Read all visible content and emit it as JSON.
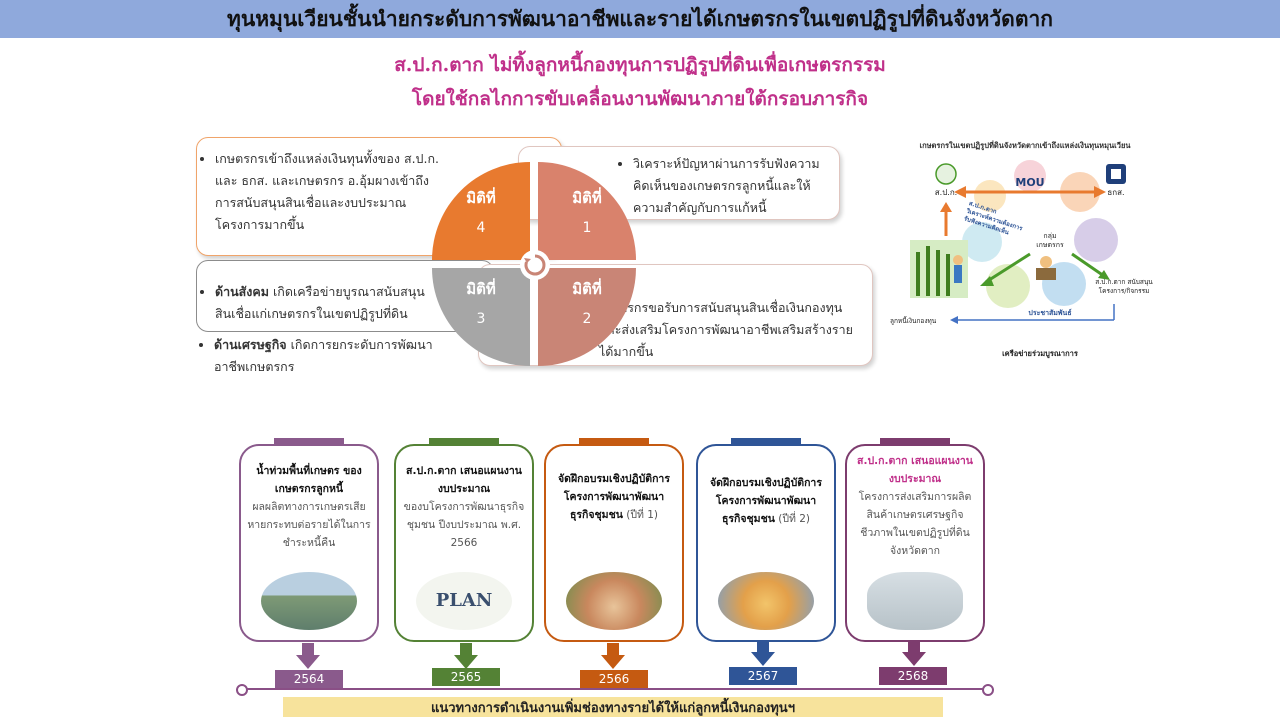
{
  "title": "ทุนหมุนเวียนชั้นนำยกระดับการพัฒนาอาชีพและรายได้เกษตรกรในเขตปฏิรูปที่ดินจังหวัดตาก",
  "subtitle_line1": "ส.ป.ก.ตาก ไม่ทิ้งลูกหนี้กองทุนการปฏิรูปที่ดินเพื่อเกษตรกรรม",
  "subtitle_line2": "โดยใช้กลไกการขับเคลื่อนงานพัฒนาภายใต้กรอบภารกิจ",
  "dimensions": {
    "d1": {
      "label": "มิติที่",
      "num": "1",
      "text": "วิเคราะห์ปัญหาผ่านการรับฟังความคิดเห็นของเกษตรกรลูกหนี้และให้ความสำคัญกับการแก้หนี้",
      "color": "#d9826c"
    },
    "d2": {
      "label": "มิติที่",
      "num": "2",
      "text": "เกษตรกรขอรับการสนับสนุนสินเชื่อเงินกองทุนและส่งเสริมโครงการพัฒนาอาชีพเสริมสร้างรายได้มากขึ้น",
      "color": "#c98576"
    },
    "d3": {
      "label": "มิติที่",
      "num": "3",
      "color": "#a6a6a6",
      "item1_bold": "ด้านสังคม",
      "item1_text": " เกิดเครือข่ายบูรณาสนับสนุนสินเชื่อแก่เกษตรกรในเขตปฏิรูปที่ดิน",
      "item2_bold": "ด้านเศรษฐกิจ",
      "item2_text": " เกิดการยกระดับการพัฒนาอาชีพเกษตรกร"
    },
    "d4": {
      "label": "มิติที่",
      "num": "4",
      "text": "เกษตรกรเข้าถึงแหล่งเงินทุนทั้งของ ส.ป.ก. และ ธกส. และเกษตรกร อ.อุ้มผางเข้าถึงการสนับสนุนสินเชื่อและงบประมาณโครงการมากขึ้น",
      "color": "#e87a2f"
    }
  },
  "network": {
    "heading": "เกษตรกรในเขตปฏิรูปที่ดินจังหวัดตากเข้าถึงแหล่งเงินทุนหมุนเวียน",
    "mou": "MOU",
    "alro": "ส.ป.ก.",
    "baac": "ธกส.",
    "arc_text1": "ส.ป.ก.ตาก",
    "arc_text2": "วิเคราะห์ความต้องการ",
    "arc_text3": "รับฟังความคิดเห็น",
    "group": "กลุ่ม",
    "farmers": "เกษตรกร",
    "support": "ส.ป.ก.ตาก สนับสนุน",
    "support2": "โครงการ/กิจกรรม",
    "debtor": "ลูกหนี้เงินกองทุน",
    "pr": "ประชาสัมพันธ์",
    "network_label": "เครือข่ายร่วมบูรณาการ"
  },
  "timeline": [
    {
      "bold": "น้ำท่วมพื้นที่เกษตร ของเกษตรกรลูกหนี้",
      "text": "ผลผลิตทางการเกษตรเสียหายกระทบต่อรายได้ในการชำระหนี้คืน",
      "year": "2564",
      "color": "#8a5a8c"
    },
    {
      "bold": "ส.ป.ก.ตาก เสนอแผนงานงบประมาณ",
      "text": "ของบโครงการพัฒนาธุรกิจชุมชน ปีงบประมาณ พ.ศ. 2566",
      "year": "2565",
      "color": "#548235",
      "plan": "PLAN"
    },
    {
      "bold": "จัดฝึกอบรมเชิงปฏิบัติการโครงการพัฒนาพัฒนาธุรกิจชุมชน",
      "text": " (ปีที่ 1)",
      "year": "2566",
      "color": "#c55a11"
    },
    {
      "bold": "จัดฝึกอบรมเชิงปฏิบัติการโครงการพัฒนาพัฒนาธุรกิจชุมชน",
      "text": " (ปีที่ 2)",
      "year": "2567",
      "color": "#2f5597"
    },
    {
      "bold": "ส.ป.ก.ตาก เสนอแผนงานงบประมาณ",
      "text": "โครงการส่งเสริมการผลิตสินค้าเกษตรเศรษฐกิจชีวภาพในเขตปฏิรูปที่ดินจังหวัดตาก",
      "year": "2568",
      "color": "#7d3c6e"
    }
  ],
  "footer": "แนวทางการดำเนินงานเพิ่มช่องทางรายได้ให้แก่ลูกหนี้เงินกองทุนฯ"
}
